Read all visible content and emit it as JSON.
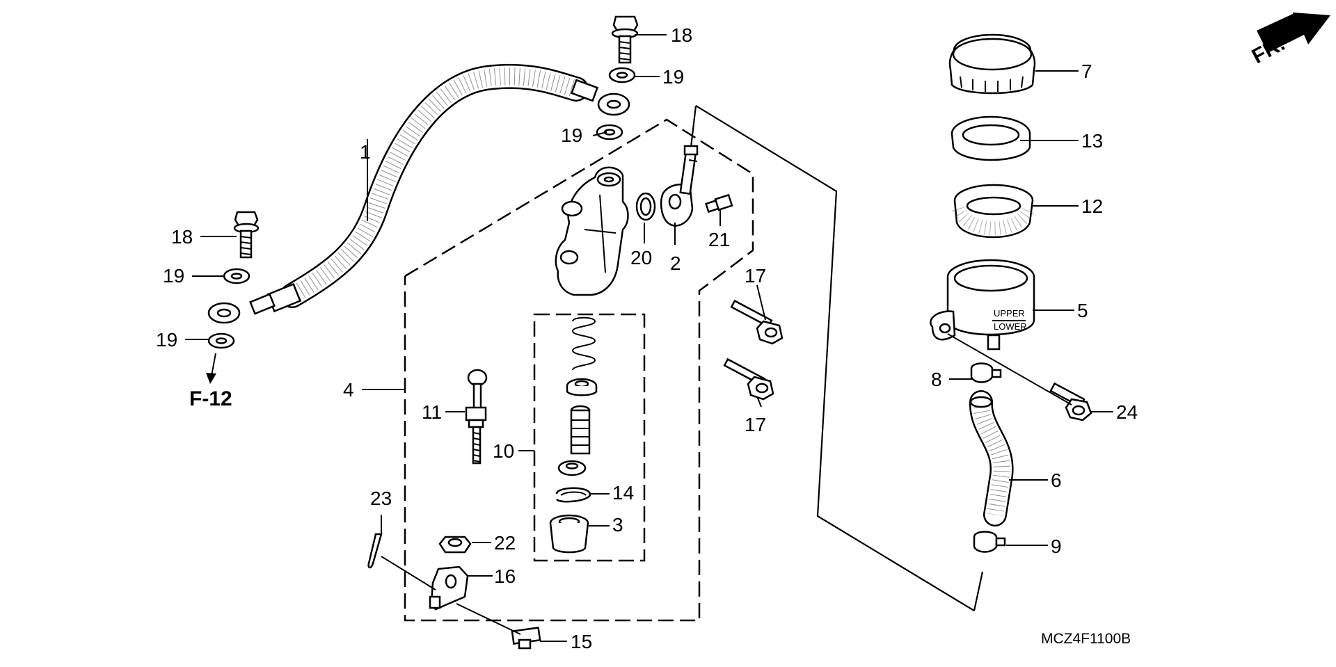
{
  "diagram": {
    "code": "MCZ4F1100B",
    "ref_page": "F-12",
    "front_marker": "FR.",
    "callouts": [
      {
        "id": "c1",
        "label": "1"
      },
      {
        "id": "c2",
        "label": "2"
      },
      {
        "id": "c3",
        "label": "3"
      },
      {
        "id": "c4",
        "label": "4"
      },
      {
        "id": "c5",
        "label": "5"
      },
      {
        "id": "c6",
        "label": "6"
      },
      {
        "id": "c7",
        "label": "7"
      },
      {
        "id": "c8",
        "label": "8"
      },
      {
        "id": "c9",
        "label": "9"
      },
      {
        "id": "c10",
        "label": "10"
      },
      {
        "id": "c11",
        "label": "11"
      },
      {
        "id": "c12",
        "label": "12"
      },
      {
        "id": "c13",
        "label": "13"
      },
      {
        "id": "c14",
        "label": "14"
      },
      {
        "id": "c15",
        "label": "15"
      },
      {
        "id": "c16",
        "label": "16"
      },
      {
        "id": "c17a",
        "label": "17"
      },
      {
        "id": "c17b",
        "label": "17"
      },
      {
        "id": "c18a",
        "label": "18"
      },
      {
        "id": "c18b",
        "label": "18"
      },
      {
        "id": "c19a",
        "label": "19"
      },
      {
        "id": "c19b",
        "label": "19"
      },
      {
        "id": "c19c",
        "label": "19"
      },
      {
        "id": "c19d",
        "label": "19"
      },
      {
        "id": "c20",
        "label": "20"
      },
      {
        "id": "c21",
        "label": "21"
      },
      {
        "id": "c22",
        "label": "22"
      },
      {
        "id": "c23",
        "label": "23"
      },
      {
        "id": "c24",
        "label": "24"
      }
    ],
    "reservoir_markings": {
      "upper": "UPPER",
      "lower": "LOWER"
    }
  }
}
